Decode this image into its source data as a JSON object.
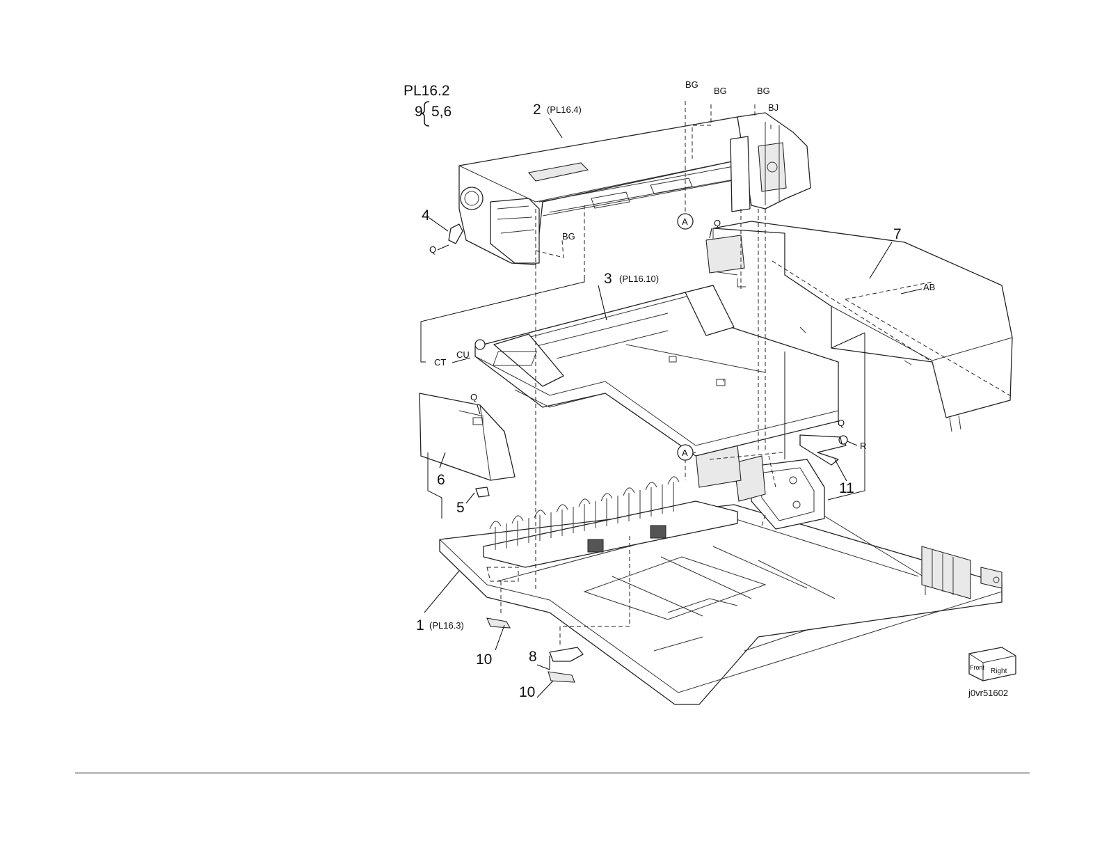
{
  "header": {
    "plate": "PL16.2",
    "kit_label": "9",
    "kit_parts": "5,6"
  },
  "parts": [
    {
      "num": "1",
      "ref": "(PL16.3)"
    },
    {
      "num": "2",
      "ref": "(PL16.4)"
    },
    {
      "num": "3",
      "ref": "(PL16.10)"
    },
    {
      "num": "4",
      "ref": ""
    },
    {
      "num": "5",
      "ref": ""
    },
    {
      "num": "6",
      "ref": ""
    },
    {
      "num": "7",
      "ref": ""
    },
    {
      "num": "8",
      "ref": ""
    },
    {
      "num": "10",
      "ref": ""
    },
    {
      "num": "10",
      "ref": ""
    },
    {
      "num": "11",
      "ref": ""
    }
  ],
  "fasteners": {
    "bg": "BG",
    "bj": "BJ",
    "q": "Q",
    "r": "R",
    "ab": "AB",
    "ct": "CT",
    "cu": "CU",
    "connector": "A"
  },
  "orientation": {
    "front": "Front",
    "right": "Right"
  },
  "figure_id": "j0vr51602"
}
